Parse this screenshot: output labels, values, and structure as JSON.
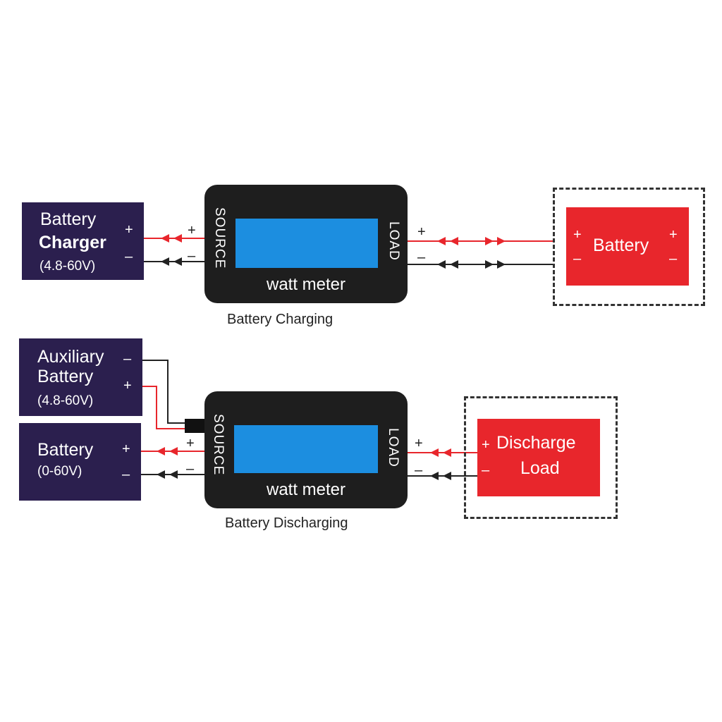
{
  "charging": {
    "caption": "Battery Charging",
    "charger": {
      "line1": "Battery",
      "line2": "Charger",
      "line3": "(4.8-60V)",
      "plus": "+",
      "minus": "–"
    },
    "meter": {
      "name": "watt meter",
      "source": "SOURCE",
      "load": "LOAD",
      "plus_in": "+",
      "minus_in": "–",
      "plus_out": "+",
      "minus_out": "–"
    },
    "battery": {
      "label": "Battery",
      "plus_left": "+",
      "minus_left": "–",
      "plus_right": "+",
      "minus_right": "–"
    }
  },
  "discharging": {
    "caption": "Battery Discharging",
    "aux": {
      "line1": "Auxiliary",
      "line2": "Battery",
      "line3": "(4.8-60V)",
      "minus": "–",
      "plus": "+"
    },
    "battery": {
      "line1": "Battery",
      "line2": "(0-60V)",
      "plus": "+",
      "minus": "–"
    },
    "meter": {
      "name": "watt meter",
      "source": "SOURCE",
      "load": "LOAD",
      "plus_in": "+",
      "minus_in": "–",
      "plus_out": "+",
      "minus_out": "–"
    },
    "load": {
      "line1": "Discharge",
      "line2": "Load",
      "plus": "+",
      "minus": "–"
    }
  },
  "colors": {
    "positive_wire": "#e8262c",
    "negative_wire": "#222222",
    "meter_body": "#1e1e1e",
    "meter_screen": "#1c8ee0",
    "source_box": "#2b1f4e",
    "load_box": "#e8262c"
  }
}
